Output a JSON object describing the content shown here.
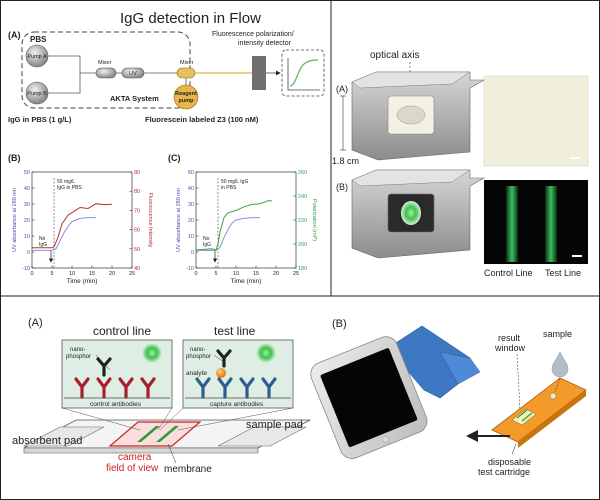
{
  "title": "IgG detection in Flow",
  "panel_tl": {
    "label_A": "(A)",
    "pbs": "PBS",
    "pump_a": "Pump A",
    "pump_b": "Pump B",
    "mixer1": "Mixer",
    "uv": "UV",
    "mixer2": "Mixer",
    "akta": "AKTA System",
    "detector_line1": "Fluorescence polarization/",
    "detector_line2": "intensity detector",
    "reagent_line1": "Reagent",
    "reagent_line2": "pump",
    "igg_pbs": "IgG in PBS (1 g/L)",
    "fluorescein": "Fluorescein labeled Z3 (100 nM)",
    "label_B": "(B)",
    "label_C": "(C)"
  },
  "chart_data": [
    {
      "type": "line",
      "label": "(B)",
      "xlabel": "Time (min)",
      "ylabel_left": "UV absorbance at 280 nm",
      "ylabel_right": "Fluorescence Intensity",
      "xlim": [
        0,
        25
      ],
      "xticks": [
        0,
        5,
        10,
        15,
        20,
        25
      ],
      "yticks_left": [
        -10,
        0,
        10,
        20,
        30,
        40,
        50
      ],
      "ylim_left": [
        -10,
        50
      ],
      "yticks_right": [
        40,
        50,
        60,
        70,
        80,
        90
      ],
      "ylim_right": [
        40,
        90
      ],
      "annotation_line1": "50 mg/L",
      "annotation_line2": "IgG in PBS",
      "annotation_no_line1": "No",
      "annotation_no_line2": "IgG",
      "injection_x": 5.5,
      "series": [
        {
          "axis": "left",
          "color": "#8a8fdc",
          "x": [
            0,
            5,
            6,
            7,
            8,
            9,
            10,
            12,
            14,
            16
          ],
          "y": [
            1,
            1,
            2,
            7,
            12,
            16,
            19,
            21,
            21.5,
            21.5
          ]
        },
        {
          "axis": "right",
          "color": "#b03030",
          "x": [
            0,
            5,
            5.5,
            6.5,
            7.5,
            9,
            10.5,
            12,
            14,
            16,
            18,
            20
          ],
          "y": [
            50.5,
            50.5,
            51,
            56,
            63,
            67.5,
            69.5,
            71.5,
            71,
            73.5,
            73,
            73.2
          ]
        }
      ]
    },
    {
      "type": "line",
      "label": "(C)",
      "xlabel": "Time (min)",
      "ylabel_left": "UV absorbance at 280 nm",
      "ylabel_right": "Polarization (mP)",
      "xlim": [
        0,
        25
      ],
      "xticks": [
        0,
        5,
        10,
        15,
        20,
        25
      ],
      "yticks_left": [
        -10,
        0,
        10,
        20,
        30,
        40,
        50
      ],
      "ylim_left": [
        -10,
        50
      ],
      "yticks_right": [
        180,
        200,
        220,
        240,
        260
      ],
      "ylim_right": [
        180,
        260
      ],
      "annotation_line1": "50 mg/L IgG",
      "annotation_line2": "in PBS",
      "annotation_no_line1": "No",
      "annotation_no_line2": "IgG",
      "injection_x": 5.5,
      "series": [
        {
          "axis": "left",
          "color": "#8a8fdc",
          "x": [
            0,
            5,
            6,
            7,
            8,
            9,
            10,
            12,
            14,
            16
          ],
          "y": [
            1,
            1,
            3,
            9,
            14,
            18,
            20,
            21,
            21.5,
            21.5
          ]
        },
        {
          "axis": "right",
          "color": "#3aa33a",
          "x": [
            0,
            4,
            5,
            5.5,
            6,
            7,
            8,
            10,
            12,
            14,
            16,
            18,
            19
          ],
          "y": [
            195,
            196,
            195,
            200,
            210,
            222,
            226,
            228,
            231,
            233,
            233.5,
            236,
            236
          ]
        }
      ]
    }
  ],
  "panel_tr": {
    "label_A": "(A)",
    "label_B": "(B)",
    "optical_axis": "optical axis",
    "dimension": "1.8 cm",
    "control_line": "Control Line",
    "test_line": "Test Line"
  },
  "panel_bl": {
    "label_A": "(A)",
    "control_line": "control line",
    "test_line": "test line",
    "nano1": "nano-",
    "phosphor1": "phosphor",
    "nano2": "nano-",
    "phosphor2": "phosphor",
    "analyte": "analyte",
    "control_antibodies": "control antibodies",
    "capture_antibodies": "capture antibodies",
    "absorbent_pad": "absorbent pad",
    "sample_pad": "sample pad",
    "camera1": "camera",
    "camera2": "field of view",
    "membrane": "membrane"
  },
  "panel_br": {
    "label_B": "(B)",
    "result1": "result",
    "result2": "window",
    "sample": "sample",
    "cartridge1": "disposable",
    "cartridge2": "test cartridge"
  }
}
